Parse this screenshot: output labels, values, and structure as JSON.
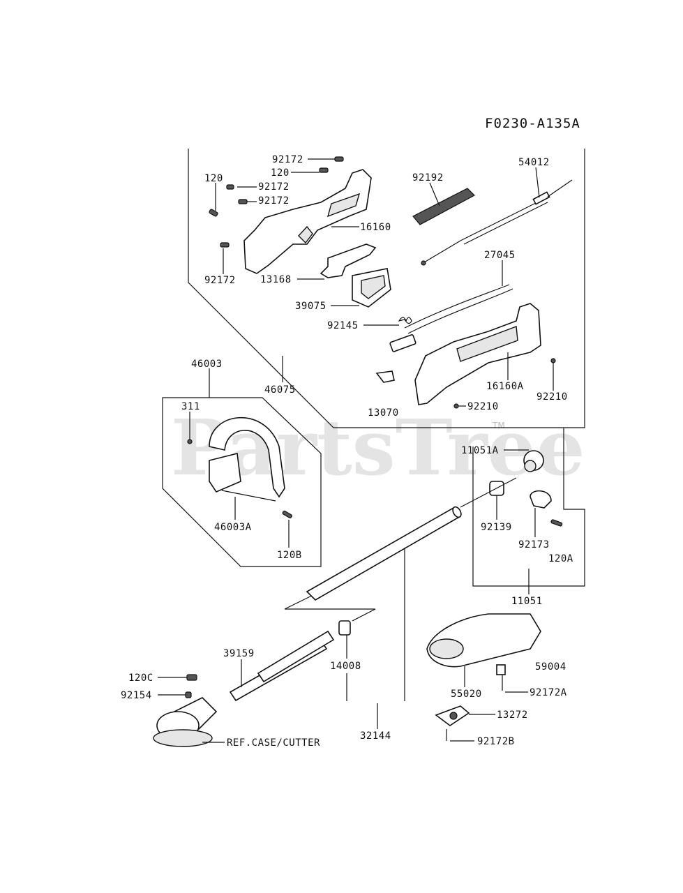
{
  "diagram_code": "F0230-A135A",
  "watermark": {
    "text": "PartsTree",
    "trademark": "TM"
  },
  "labels": {
    "p92172_a": "92172",
    "p120_a": "120",
    "p120_b": "120",
    "p92172_b": "92172",
    "p92172_c": "92172",
    "p92172_d": "92172",
    "p16160": "16160",
    "p13168": "13168",
    "p39075": "39075",
    "p92145": "92145",
    "p92192": "92192",
    "p54012": "54012",
    "p27045": "27045",
    "p46075": "46075",
    "p16160A": "16160A",
    "p92210_a": "92210",
    "p92210_b": "92210",
    "p13070": "13070",
    "p46003": "46003",
    "p311": "311",
    "p46003A": "46003A",
    "p120B": "120B",
    "p11051A": "11051A",
    "p92139": "92139",
    "p92173": "92173",
    "p120A": "120A",
    "p11051": "11051",
    "p39159": "39159",
    "p14008": "14008",
    "p120C": "120C",
    "p92154": "92154",
    "p32144": "32144",
    "p59004": "59004",
    "p55020": "55020",
    "p92172A": "92172A",
    "p13272": "13272",
    "p92172B": "92172B",
    "ref_case": "REF.CASE/CUTTER"
  }
}
